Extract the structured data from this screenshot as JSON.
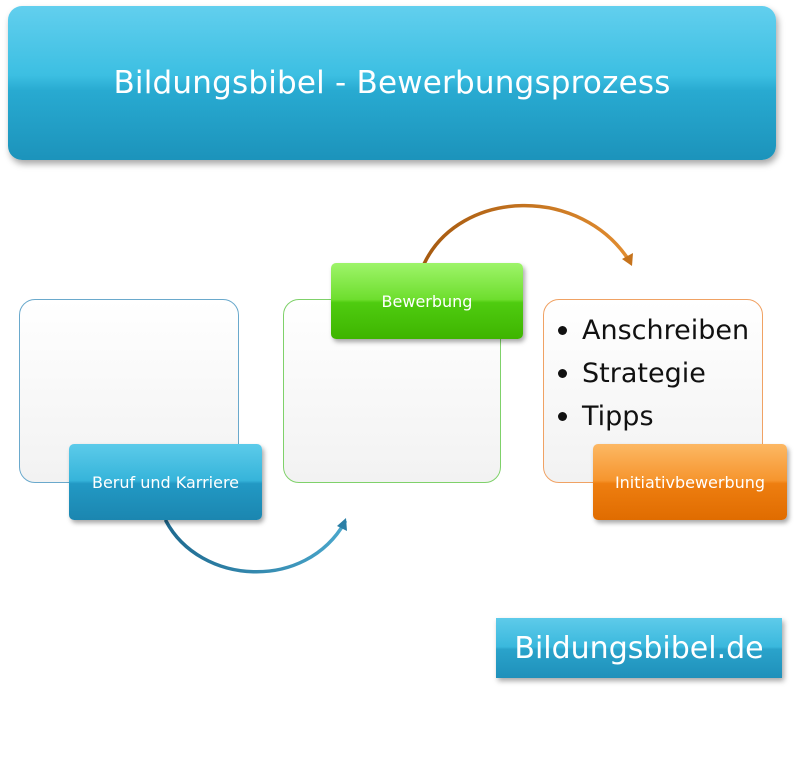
{
  "title": "Bildungsbibel - Bewerbungsprozess",
  "steps": [
    {
      "label": "Beruf und Karriere",
      "color": "#2aa4cf"
    },
    {
      "label": "Bewerbung",
      "color": "#5ccf18"
    },
    {
      "label": "Initiativbewerbung",
      "color": "#f08a1c"
    }
  ],
  "bullets": [
    "Anschreiben",
    "Strategie",
    "Tipps"
  ],
  "website": "Bildungsbibel.de",
  "colors": {
    "blue_arrow": "#2b7fa6",
    "orange_arrow": "#c6731c"
  }
}
